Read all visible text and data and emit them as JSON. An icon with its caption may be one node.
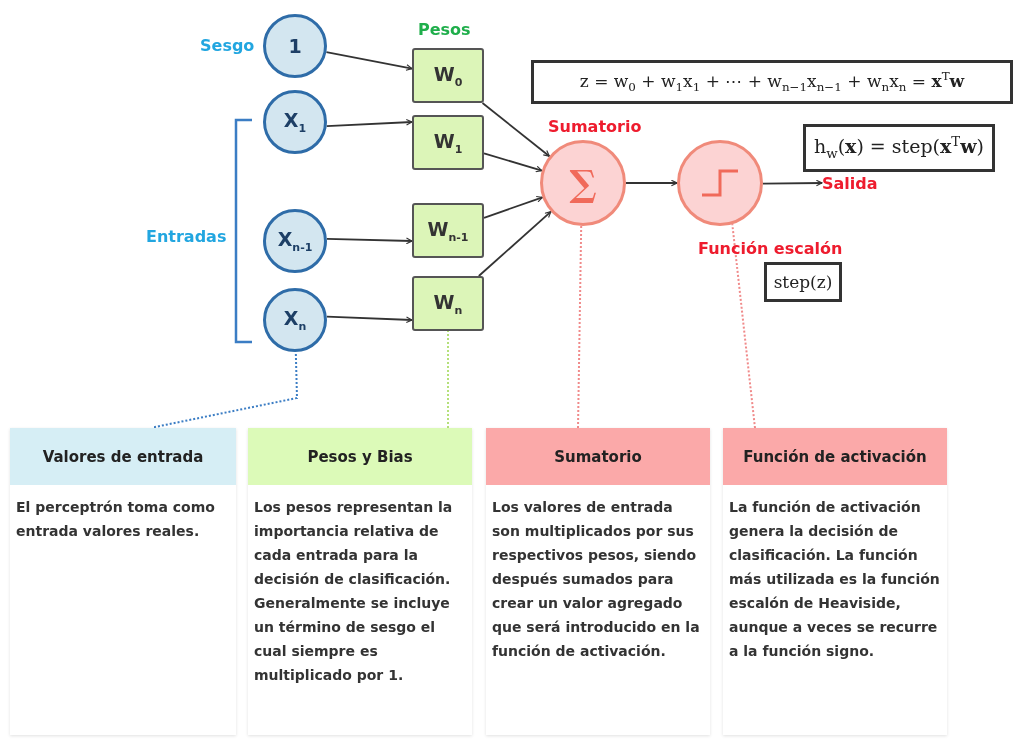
{
  "diagram": {
    "nodes": [
      {
        "text": [
          "1"
        ],
        "beside": [
          "Sesgo"
        ]
      },
      {
        "text": [
          "X$_{1}$"
        ]
      },
      {
        "text": [
          "X$_{n-1}$"
        ]
      },
      {
        "text": [
          "X$_{n}$"
        ]
      },
      {
        "text": [
          "W$_{0}$"
        ]
      },
      {
        "text": [
          "W$_{1}$"
        ]
      },
      {
        "text": [
          "W$_{n-1}$"
        ]
      },
      {
        "text": [
          "W$_{n}$"
        ]
      },
      {
        "text": [
          "∑"
        ],
        "beside": [
          "Sumatorio"
        ]
      },
      {
        "text": [],
        "shape": "circle",
        "beside": [
          "Función escalón"
        ]
      },
      {
        "text": [
          "Salida"
        ]
      },
      {
        "text": [
          "z = w$_{0}$ + w$_{1}$x$_{1}$ + ⋯ + w$_{n−1}$x$_{n−1}$ + w$_{n}$x$_{n}$ = **x**$^{T}$**w**"
        ]
      },
      {
        "text": [
          "h$_{w}$(**x**) = step(**x**$^{T}$**w**)"
        ]
      },
      {
        "text": [
          "step(z)"
        ]
      },
      {
        "text": [
          "Valores de entrada",
          "El perceptrón toma como entrada valores reales."
        ]
      },
      {
        "text": [
          "Pesos y Bias",
          "Los pesos representan la importancia relativa de cada entrada para la decisión de clasificación. Generalmente se incluye un término de sesgo el cual siempre es multiplicado por 1."
        ]
      },
      {
        "text": [
          "Sumatorio",
          "Los valores de entrada son multiplicados por sus respectivos pesos, siendo después sumados para crear un valor agregado que será introducido en la función de activación."
        ]
      },
      {
        "text": [
          "Función de activación",
          "La función de activación genera la decisión de clasificación. La función más utilizada es la función escalón de Heaviside, aunque a veces se recurre a la función signo."
        ]
      }
    ],
    "edges": [
      {
        "from": 0,
        "to": 4,
        "arrow": "to"
      },
      {
        "from": 1,
        "to": 5,
        "arrow": "to"
      },
      {
        "from": 2,
        "to": 6,
        "arrow": "to"
      },
      {
        "from": 3,
        "to": 7,
        "arrow": "to"
      },
      {
        "from": 4,
        "to": 8,
        "arrow": "to"
      },
      {
        "from": 5,
        "to": 8,
        "arrow": "to"
      },
      {
        "from": 6,
        "to": 8,
        "arrow": "to"
      },
      {
        "from": 7,
        "to": 8,
        "arrow": "to"
      },
      {
        "from": 8,
        "to": 9,
        "arrow": "to"
      },
      {
        "from": 9,
        "to": 10,
        "arrow": "to"
      },
      {
        "from": 14,
        "to": 3,
        "arrow": "none",
        "style": "dashed",
        "color": "#3b7dc4"
      },
      {
        "from": 15,
        "to": 7,
        "arrow": "none",
        "style": "dashed",
        "color": "#b5e07a"
      },
      {
        "from": 16,
        "to": 8,
        "arrow": "none",
        "style": "dashed",
        "color": "#f08a8a"
      },
      {
        "from": 17,
        "to": 9,
        "arrow": "none",
        "style": "dashed",
        "color": "#f08a8a"
      }
    ],
    "labels": [
      "Pesos",
      "Entradas"
    ]
  }
}
